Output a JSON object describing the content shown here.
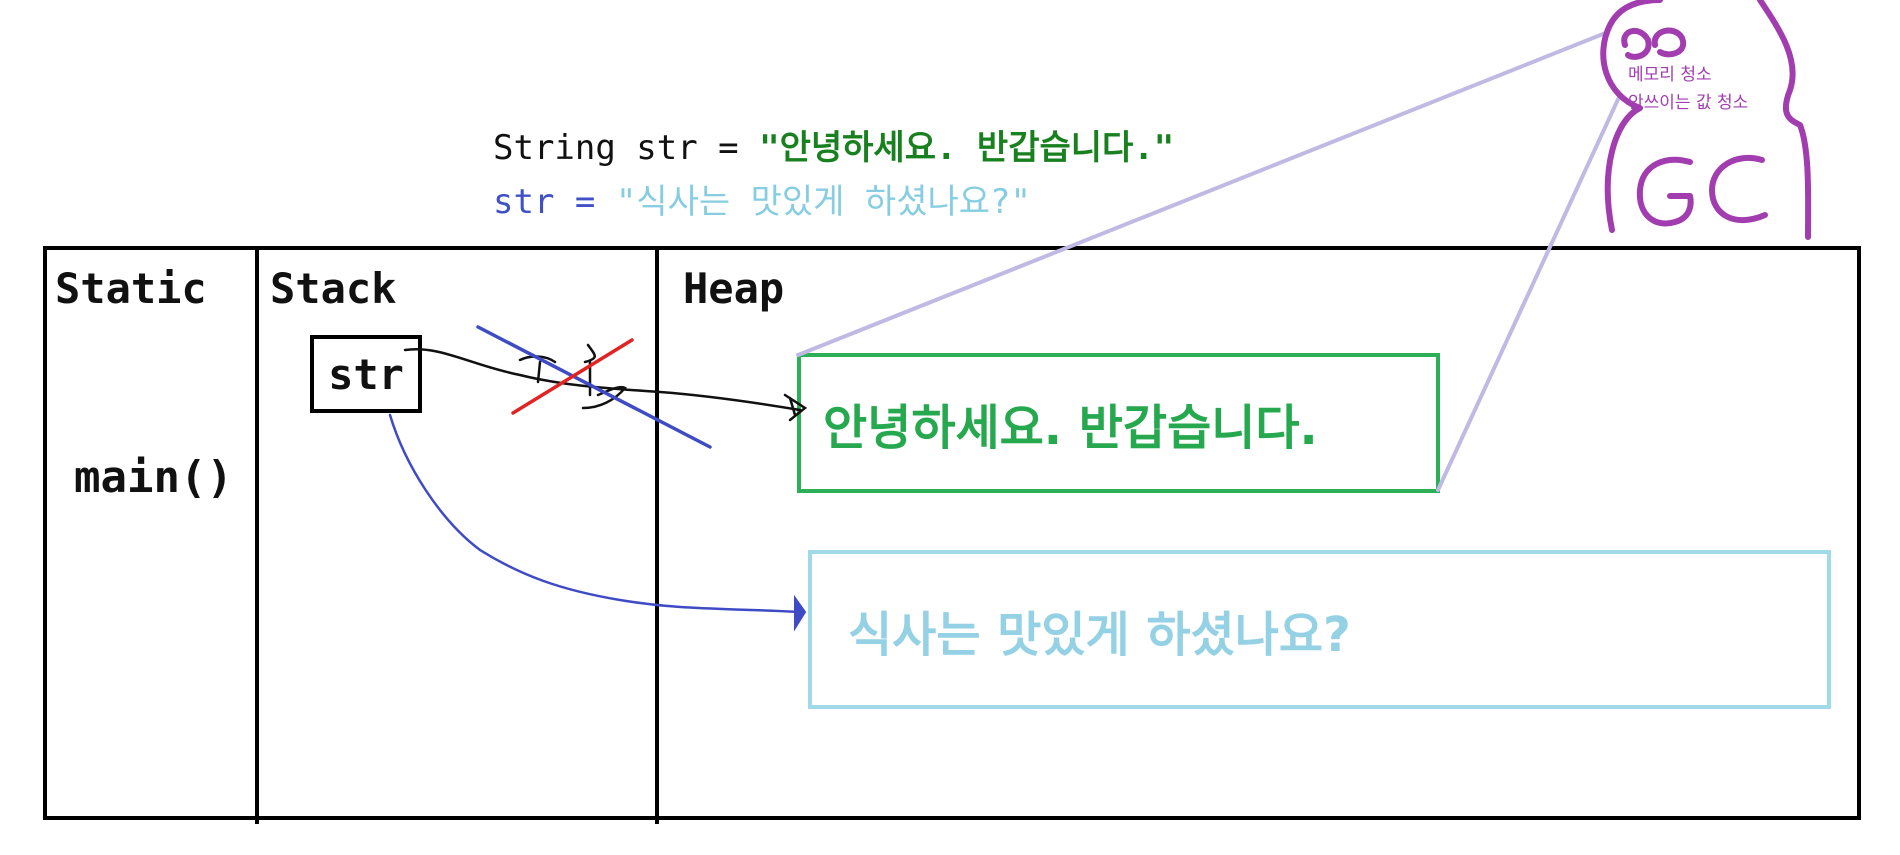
{
  "code": {
    "line1": {
      "prefix": "String str = ",
      "literal": "\"안녕하세요. 반갑습니다.\""
    },
    "line2": {
      "prefix": "str = ",
      "literal": "\"식사는 맛있게 하셨나요?\""
    }
  },
  "regions": {
    "static": "Static",
    "stack": "Stack",
    "heap": "Heap"
  },
  "static_content": {
    "method": "main()"
  },
  "stack_content": {
    "variable": "str"
  },
  "heap_objects": [
    {
      "text": "안녕하세요. 반갑습니다.",
      "color": "#26a84e"
    },
    {
      "text": "식사는 맛있게 하셨나요?",
      "color": "#95d1e4"
    }
  ],
  "gc": {
    "label": "GC",
    "note_line1": "메모리 청소",
    "note_line2": "안쓰이는 값 청소",
    "color": "#a23db0"
  },
  "colors": {
    "old_reference": "#111111",
    "new_reference": "#3f4bc4",
    "strike_red": "#e02424",
    "strike_blue": "#3f4bc4",
    "gc_link": "#c0b9e3"
  }
}
